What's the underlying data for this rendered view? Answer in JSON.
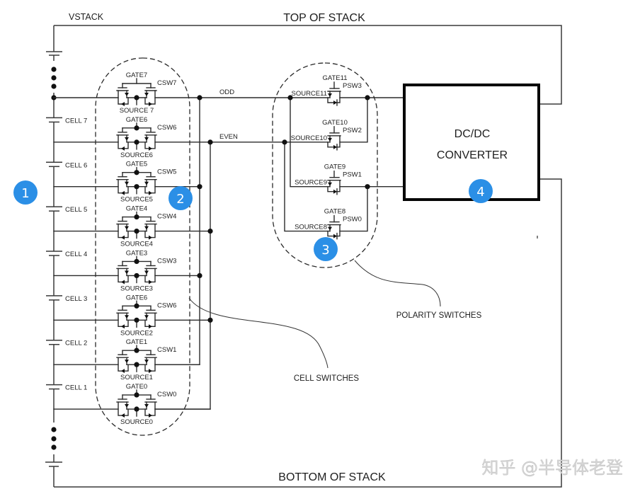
{
  "titles": {
    "top": "TOP OF STACK",
    "bottom": "BOTTOM OF STACK",
    "vstack": "VSTACK"
  },
  "cells": [
    "CELL 7",
    "CELL 6",
    "CELL 5",
    "CELL 4",
    "CELL 3",
    "CELL 2",
    "CELL 1"
  ],
  "buses": {
    "odd": "ODD",
    "even": "EVEN"
  },
  "cell_switches": [
    {
      "gate": "GATE7",
      "source": "SOURCE 7",
      "label": "CSW7",
      "bus": "odd"
    },
    {
      "gate": "GATE6",
      "source": "SOURCE6",
      "label": "CSW6",
      "bus": "even"
    },
    {
      "gate": "GATE5",
      "source": "SOURCE5",
      "label": "CSW5",
      "bus": "odd"
    },
    {
      "gate": "GATE4",
      "source": "SOURCE4",
      "label": "CSW4",
      "bus": "even"
    },
    {
      "gate": "GATE3",
      "source": "SOURCE3",
      "label": "CSW3",
      "bus": "odd"
    },
    {
      "gate": "GATE6",
      "source": "SOURCE2",
      "label": "CSW6",
      "bus": "even"
    },
    {
      "gate": "GATE1",
      "source": "SOURCE1",
      "label": "CSW1",
      "bus": "odd"
    },
    {
      "gate": "GATE0",
      "source": "SOURCE0",
      "label": "CSW0",
      "bus": "even"
    }
  ],
  "polarity_switches": [
    {
      "gate": "GATE11",
      "source": "SOURCE11",
      "label": "PSW3",
      "bus": "odd"
    },
    {
      "gate": "GATE10",
      "source": "SOURCE10",
      "label": "PSW2",
      "bus": "even"
    },
    {
      "gate": "GATE9",
      "source": "SOURCE9",
      "label": "PSW1",
      "bus": "odd"
    },
    {
      "gate": "GATE8",
      "source": "SOURCE8",
      "label": "PSW0",
      "bus": "even"
    }
  ],
  "converter": {
    "line1": "DC/DC",
    "line2": "CONVERTER"
  },
  "callouts": {
    "cell_switches": "CELL SWITCHES",
    "polarity_switches": "POLARITY SWITCHES"
  },
  "badges": [
    "1",
    "2",
    "3",
    "4"
  ],
  "colors": {
    "badge": "#2b8fe6",
    "wire": "#2b2b2b"
  },
  "watermark": "知乎 @半导体老登"
}
